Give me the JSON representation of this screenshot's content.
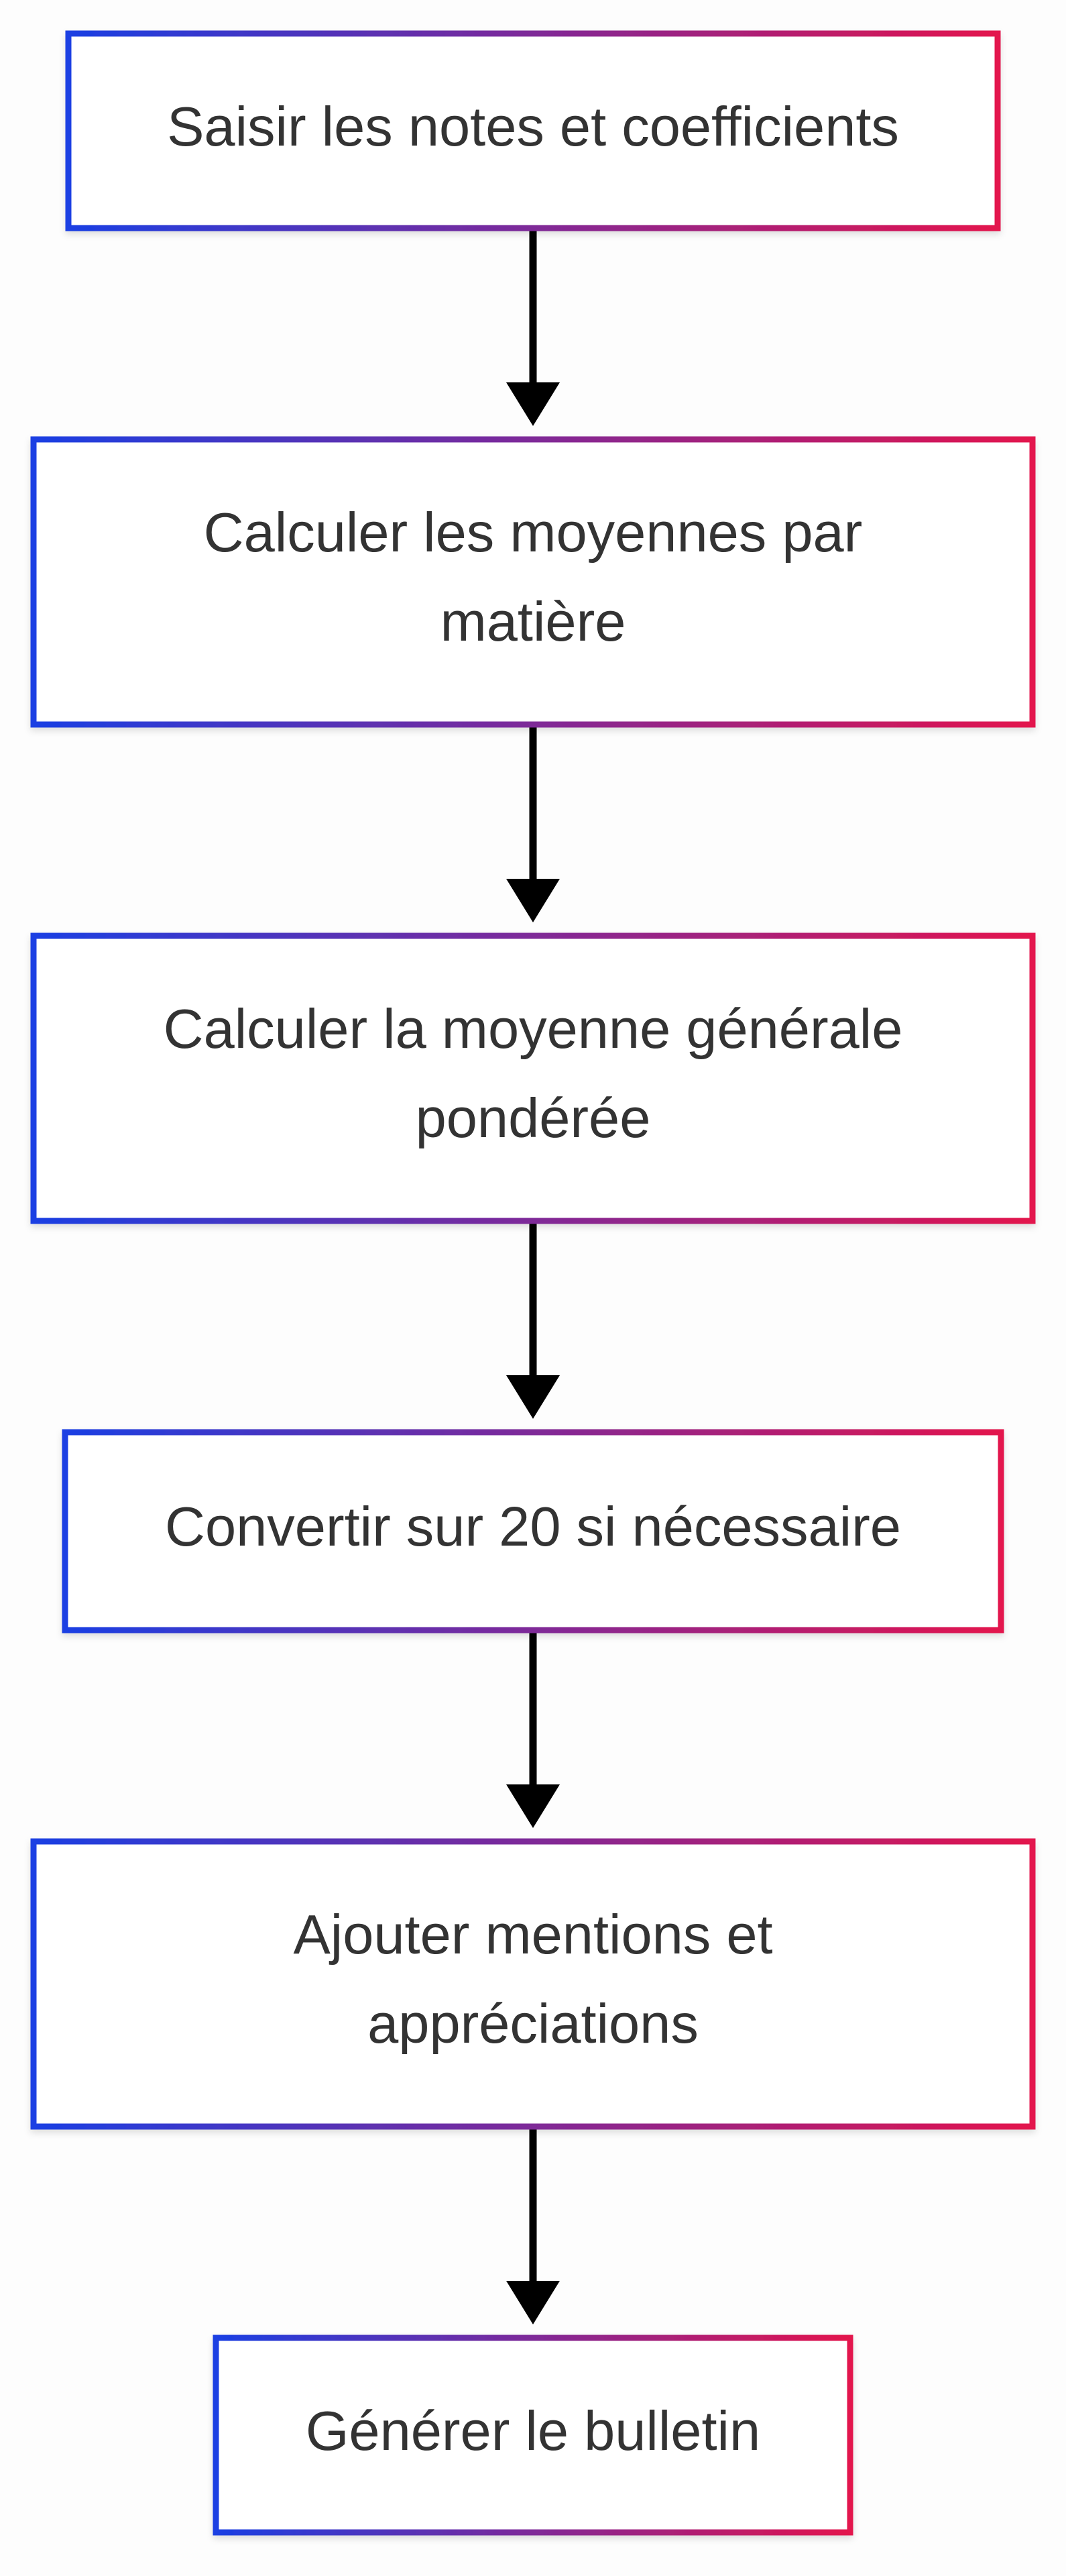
{
  "colors": {
    "gradient_start": "#1a3fe3",
    "gradient_end": "#e3144d",
    "box_fill": "#ffffff",
    "text": "#333333",
    "arrow": "#000000",
    "background": "#fdfdfd"
  },
  "steps": [
    {
      "lines": [
        "Saisir les notes et coefficients"
      ]
    },
    {
      "lines": [
        "Calculer les moyennes par",
        "matière"
      ]
    },
    {
      "lines": [
        "Calculer la moyenne générale",
        "pondérée"
      ]
    },
    {
      "lines": [
        "Convertir sur 20 si nécessaire"
      ]
    },
    {
      "lines": [
        "Ajouter mentions et",
        "appréciations"
      ]
    },
    {
      "lines": [
        "Générer le bulletin"
      ]
    }
  ]
}
